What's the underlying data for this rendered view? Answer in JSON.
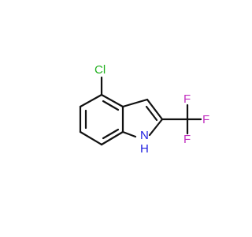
{
  "molecule": {
    "atoms": {
      "chlorine": {
        "symbol": "Cl",
        "color": "#22b020"
      },
      "nitrogen": {
        "symbol": "N",
        "color": "#1f1fe0"
      },
      "hydrogen": {
        "symbol": "H",
        "color": "#1f1fe0"
      },
      "fluorine_top_left": {
        "symbol": "F",
        "color": "#c22fc0"
      },
      "fluorine_right": {
        "symbol": "F",
        "color": "#c22fc0"
      },
      "fluorine_bottom": {
        "symbol": "F",
        "color": "#c22fc0"
      }
    },
    "bond_color": "#111111"
  }
}
